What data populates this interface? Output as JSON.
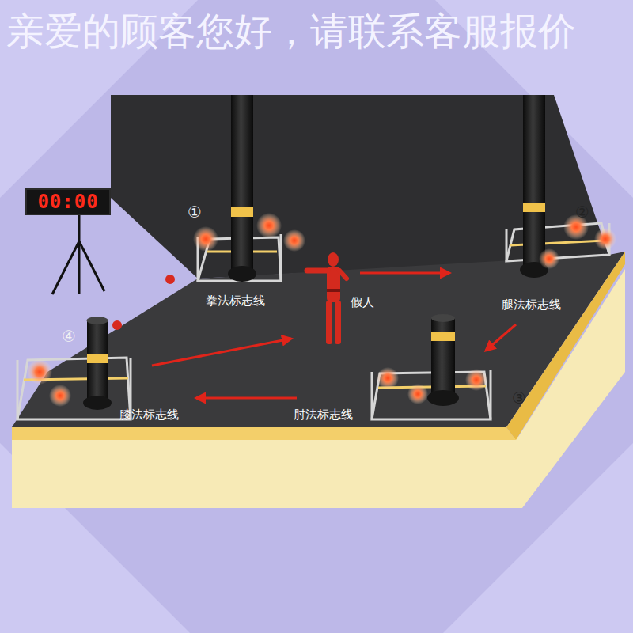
{
  "diagram": {
    "nodes": [
      {
        "text": [
          "00:00"
        ]
      }
    ],
    "labels": [
      "亲爱的顾客您好，请联系客服报价",
      "①",
      "②",
      "③",
      "④",
      "拳法标志线",
      "假人",
      "腿法标志线",
      "肘法标志线",
      "膝法标志线"
    ]
  }
}
